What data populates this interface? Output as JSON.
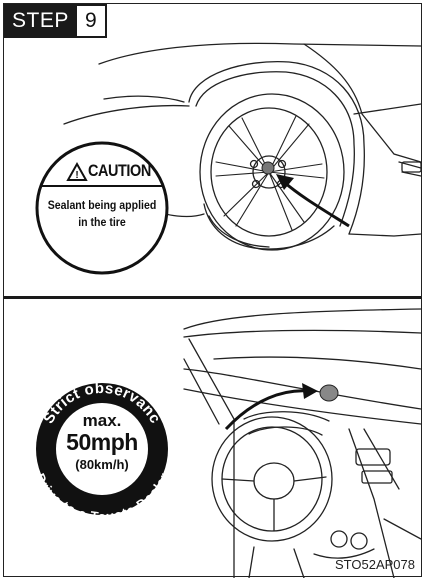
{
  "step": {
    "label": "STEP",
    "number": "9"
  },
  "caution_sign": {
    "header": "CAUTION",
    "line1": "Sealant being applied",
    "line2": "in the tire"
  },
  "speed_sign": {
    "arc_top": "Strict observanc",
    "arc_bottom": "Drive to a Toyota Dealer",
    "line1": "max.",
    "line2": "50mph",
    "line3": "(80km/h)"
  },
  "caption": "STO52AP078"
}
